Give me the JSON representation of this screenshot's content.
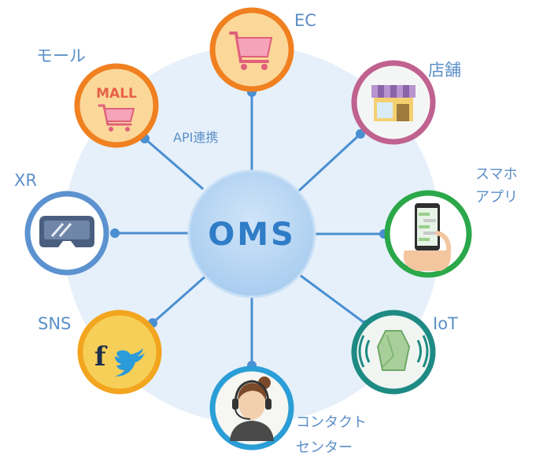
{
  "hub": {
    "label": "OMS"
  },
  "connector_label": "API連携",
  "nodes": {
    "ec": {
      "label": "EC"
    },
    "store": {
      "label": "店舗"
    },
    "smartphone_app": {
      "label_line1": "スマホ",
      "label_line2": "アプリ"
    },
    "iot": {
      "label": "IoT"
    },
    "contact_center": {
      "label_line1": "コンタクト",
      "label_line2": "センター"
    },
    "sns": {
      "label": "SNS",
      "icon_text": "f"
    },
    "xr": {
      "label": "XR"
    },
    "mall": {
      "label": "モール",
      "icon_text": "MALL"
    }
  },
  "colors": {
    "ec": "#f08020",
    "store": "#c0628f",
    "smartphone_app": "#2aa84a",
    "iot": "#1e8a84",
    "contact_center": "#2a9ed6",
    "sns": "#f3a51f",
    "xr": "#5c92d0",
    "mall": "#f08020",
    "connector": "#4a8fd2",
    "hub_fill": "#b7d6f3",
    "background_disc": "#e6f0fa",
    "label_text": "#5b8fc8"
  }
}
